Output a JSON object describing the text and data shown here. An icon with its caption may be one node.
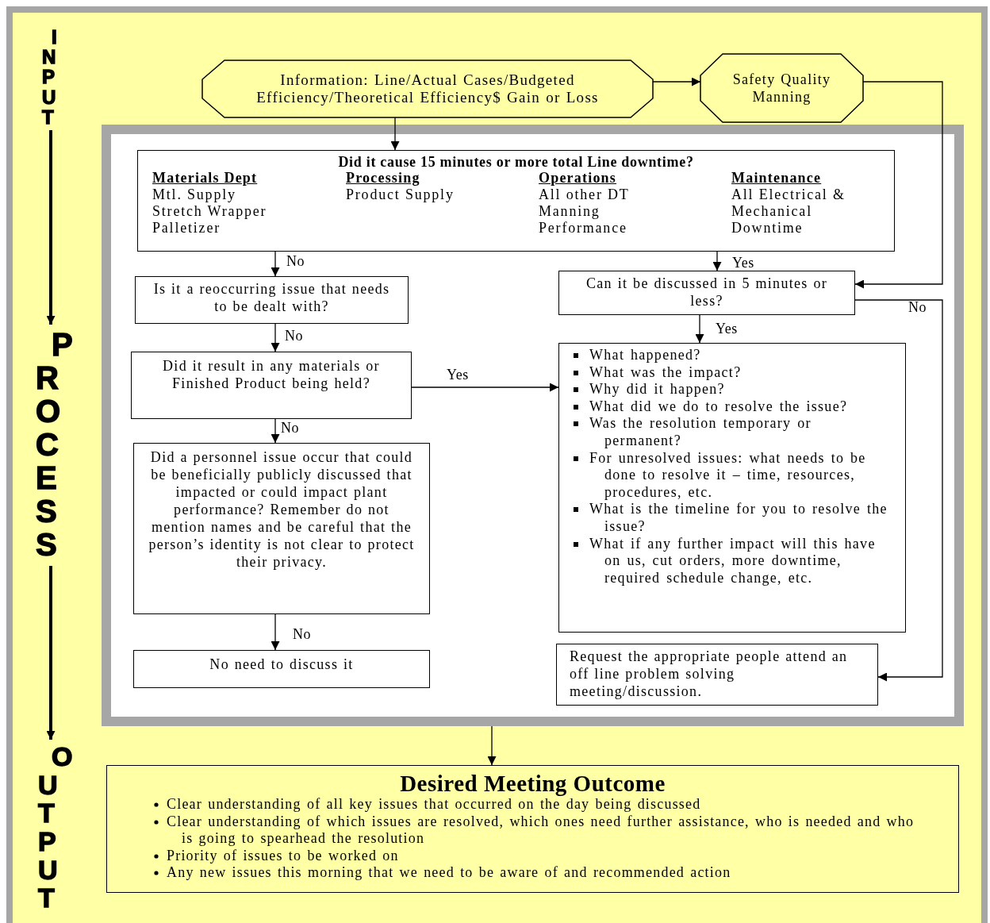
{
  "diagram": {
    "nodes": [
      {
        "text": [
          "Information: Line/Actual Cases/Budgeted Efficiency/Theoretical Efficiency$ Gain or Loss"
        ]
      },
      {
        "text": [
          "Safety Quality Manning"
        ]
      },
      {
        "text": [],
        "shape": "box"
      },
      {
        "text": [
          "Did it cause 15 minutes or more total Line downtime?",
          "Materials Dept",
          "Mtl. Supply",
          "Stretch Wrapper",
          "Palletizer",
          "Processing",
          "Product Supply",
          "Operations",
          "All other DT",
          "Manning",
          "Performance",
          "Maintenance",
          "All Electrical & Mechanical Downtime"
        ],
        "in": 2
      },
      {
        "text": [
          "Is it a reoccurring issue that needs to be dealt with?"
        ],
        "in": 2
      },
      {
        "text": [
          "Did it result in any materials or Finished Product being held?"
        ],
        "in": 2
      },
      {
        "text": [
          "Did a personnel issue occur that could be beneficially publicly discussed that impacted or could impact plant performance?  Remember do not mention names and be careful that the person’s identity is not clear to protect their privacy."
        ],
        "in": 2
      },
      {
        "text": [
          "No need to discuss it"
        ],
        "in": 2
      },
      {
        "text": [
          "Can it be discussed in 5 minutes or less?"
        ],
        "in": 2
      },
      {
        "text": [
          "What  happened?",
          "What was the impact?",
          "Why did it happen?",
          "What did we do to resolve the issue?",
          "Was  the resolution temporary or permanent?",
          "For unresolved issues: what needs to be done to resolve it – time, resources, procedures, etc.",
          "What is the timeline for you to resolve the issue?",
          "What if any further impact will this have on us, cut orders, more downtime, required schedule change, etc."
        ],
        "in": 2
      },
      {
        "text": [
          "Request the appropriate people attend an off line problem solving meeting/discussion."
        ],
        "in": 2
      },
      {
        "text": [
          "Desired Meeting Outcome",
          "Clear  understanding of all key issues that occurred on the day being discussed",
          "Clear  understanding of which issues are resolved, which ones need further assistance, who is needed and who is going to spearhead the resolution",
          "Priority of issues to be worked on",
          "Any  new  issues this morning that we need to be aware of and recommended action"
        ]
      },
      {
        "text": [
          "INPUT"
        ]
      },
      {
        "text": [
          "PROCESS"
        ]
      },
      {
        "text": [
          "OUTPUT"
        ]
      }
    ],
    "edges": [
      {
        "from": 0,
        "to": 1,
        "arrow": "to"
      },
      {
        "from": 0,
        "to": 3,
        "arrow": "to"
      },
      {
        "from": 1,
        "to": 8,
        "arrow": "to"
      },
      {
        "from": 3,
        "to": 4,
        "arrow": "to",
        "label": "No"
      },
      {
        "from": 3,
        "to": 8,
        "arrow": "to",
        "label": "Yes"
      },
      {
        "from": 4,
        "to": 5,
        "arrow": "to",
        "label": "No"
      },
      {
        "from": 5,
        "to": 9,
        "arrow": "to",
        "label": "Yes"
      },
      {
        "from": 5,
        "to": 6,
        "arrow": "to",
        "label": "No"
      },
      {
        "from": 6,
        "to": 7,
        "arrow": "to",
        "label": "No"
      },
      {
        "from": 8,
        "to": 9,
        "arrow": "to",
        "label": "Yes"
      },
      {
        "from": 8,
        "to": 10,
        "arrow": "to",
        "label": "No"
      },
      {
        "from": 2,
        "to": 11,
        "arrow": "to"
      },
      {
        "from": 12,
        "to": 13,
        "arrow": "to",
        "style": "thick"
      },
      {
        "from": 13,
        "to": 14,
        "arrow": "to",
        "style": "thick"
      }
    ]
  }
}
